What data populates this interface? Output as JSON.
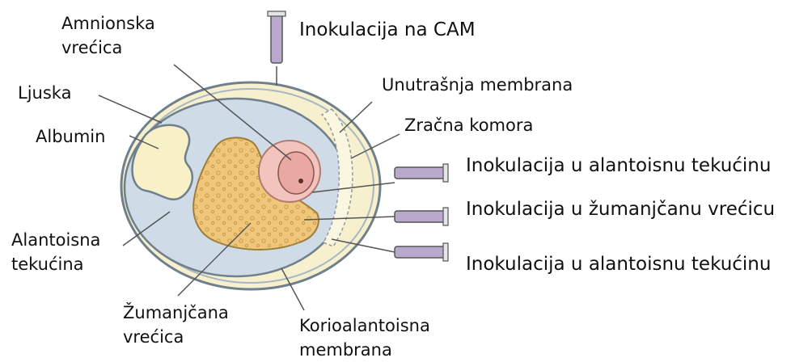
{
  "labels": {
    "amnion": [
      "Amnionska",
      "vrećica"
    ],
    "shell": "Ljuska",
    "albumin": "Albumin",
    "allantoic_fluid": [
      "Alantoisna",
      "tekućina"
    ],
    "yolk_sac": [
      "Žumanjčana",
      "vrećica"
    ],
    "cam": [
      "Korioalantoisna",
      "membrana"
    ],
    "inoc_cam": "Inokulacija na CAM",
    "inner_membrane": "Unutrašnja membrana",
    "air_chamber": "Zračna komora",
    "inoc_allantoic_1": "Inokulacija u alantoisnu tekućinu",
    "inoc_yolk": "Inokulacija u žumanjčanu vrećicu",
    "inoc_allantoic_2": "Inokulacija u alantoisnu tekućinu"
  },
  "colors": {
    "shell_fill": "#f6f0cf",
    "shell_stroke": "#6f7f8c",
    "allantoic": "#cfdbe6",
    "albumin": "#f8f0c6",
    "yolk": "#f0c77a",
    "amnion": "#f3c4bd",
    "air": "#fbf6df",
    "syringe": "#b9a9cc"
  }
}
